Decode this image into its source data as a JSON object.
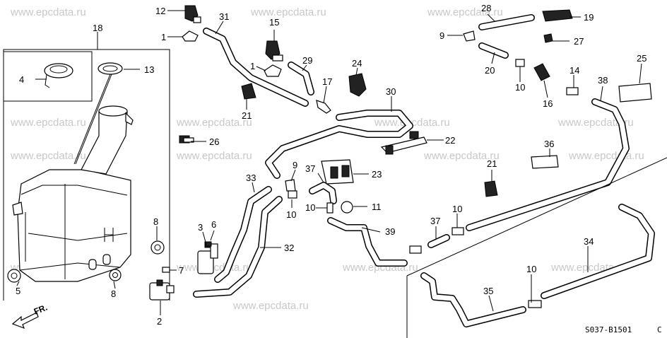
{
  "watermark": "www.epcdata.ru",
  "diagram_code": "S037-B1501",
  "diagram_suffix": "C",
  "front_label": "FR.",
  "callouts": [
    "12",
    "1",
    "31",
    "15",
    "1",
    "29",
    "24",
    "17",
    "21",
    "30",
    "18",
    "4",
    "13",
    "26",
    "22",
    "36",
    "21",
    "9",
    "37",
    "23",
    "33",
    "10",
    "10",
    "11",
    "39",
    "8",
    "3",
    "6",
    "32",
    "37",
    "10",
    "7",
    "5",
    "8",
    "2",
    "34",
    "10",
    "35",
    "28",
    "19",
    "9",
    "27",
    "20",
    "10",
    "16",
    "14",
    "38",
    "25"
  ],
  "part_numbers": [
    "1",
    "2",
    "3",
    "4",
    "5",
    "6",
    "7",
    "8",
    "9",
    "10",
    "11",
    "12",
    "13",
    "14",
    "15",
    "16",
    "17",
    "19",
    "20",
    "21",
    "22",
    "23",
    "24",
    "25",
    "26",
    "27",
    "28",
    "29",
    "30",
    "31",
    "32",
    "33",
    "34",
    "35",
    "36",
    "37",
    "38",
    "39"
  ]
}
